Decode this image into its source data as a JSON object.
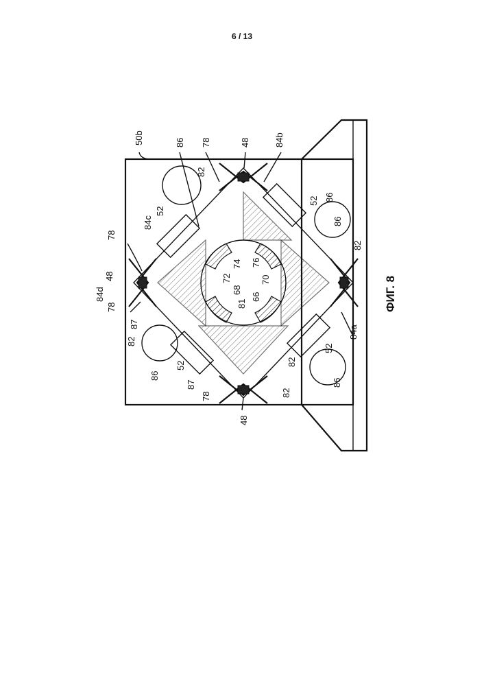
{
  "page_number": "6 / 13",
  "figure_caption": "ФИГ. 8",
  "labels": [
    "50b",
    "86",
    "78",
    "48",
    "84b",
    "82",
    "52",
    "86",
    "84c",
    "52",
    "78",
    "48",
    "84d",
    "78",
    "82",
    "87",
    "82",
    "52",
    "86",
    "87",
    "78",
    "48",
    "74",
    "72",
    "68",
    "76",
    "70",
    "81",
    "66",
    "52",
    "86",
    "84a",
    "82",
    "86",
    "82"
  ]
}
